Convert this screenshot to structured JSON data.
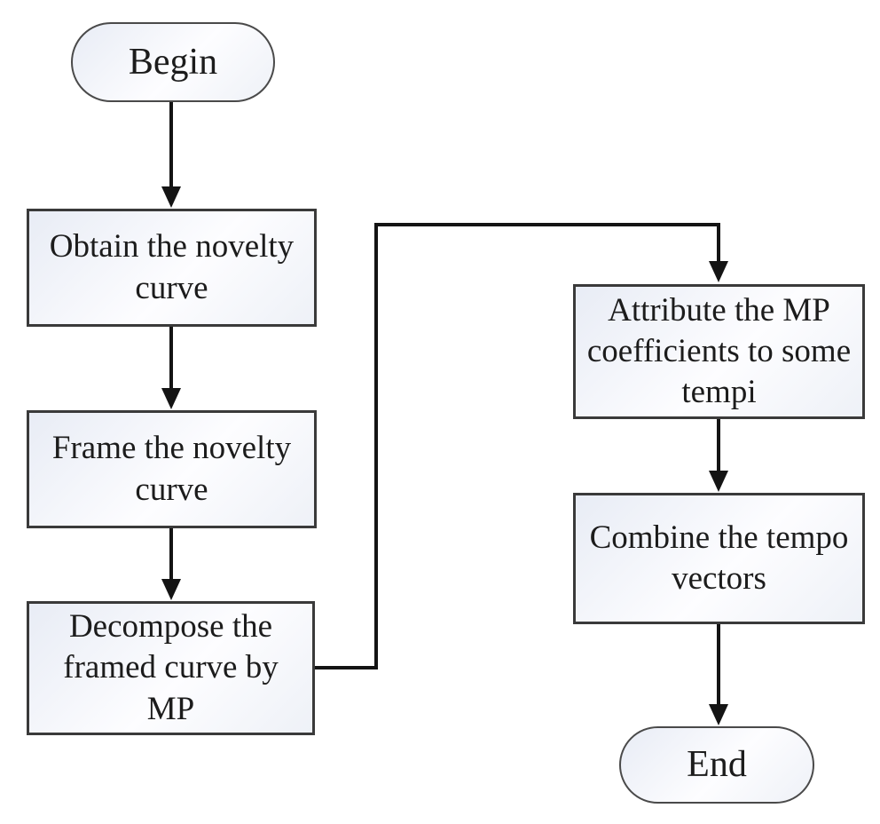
{
  "figure": {
    "type": "flowchart",
    "background": "#ffffff",
    "nodes": {
      "begin": {
        "label": "Begin",
        "shape": "terminator"
      },
      "obtain": {
        "label": "Obtain the novelty curve",
        "shape": "process"
      },
      "frame": {
        "label": "Frame the novelty curve",
        "shape": "process"
      },
      "decompose": {
        "label": "Decompose the framed curve by MP",
        "shape": "process"
      },
      "attribute": {
        "label": "Attribute the MP coefficients to some tempi",
        "shape": "process"
      },
      "combine": {
        "label": "Combine the tempo vectors",
        "shape": "process"
      },
      "end": {
        "label": "End",
        "shape": "terminator"
      }
    },
    "edges": [
      {
        "from": "begin",
        "to": "obtain",
        "routing": "straight-down"
      },
      {
        "from": "obtain",
        "to": "frame",
        "routing": "straight-down"
      },
      {
        "from": "frame",
        "to": "decompose",
        "routing": "straight-down"
      },
      {
        "from": "decompose",
        "to": "attribute",
        "routing": "elbow-right-up-right-down"
      },
      {
        "from": "attribute",
        "to": "combine",
        "routing": "straight-down"
      },
      {
        "from": "combine",
        "to": "end",
        "routing": "straight-down"
      }
    ],
    "colors": {
      "line": "#141414",
      "node_border": "#3a3a3a",
      "node_fill_top": "#e8ecf5",
      "node_fill_bottom": "#ffffff",
      "text": "#1c1c1c"
    }
  }
}
